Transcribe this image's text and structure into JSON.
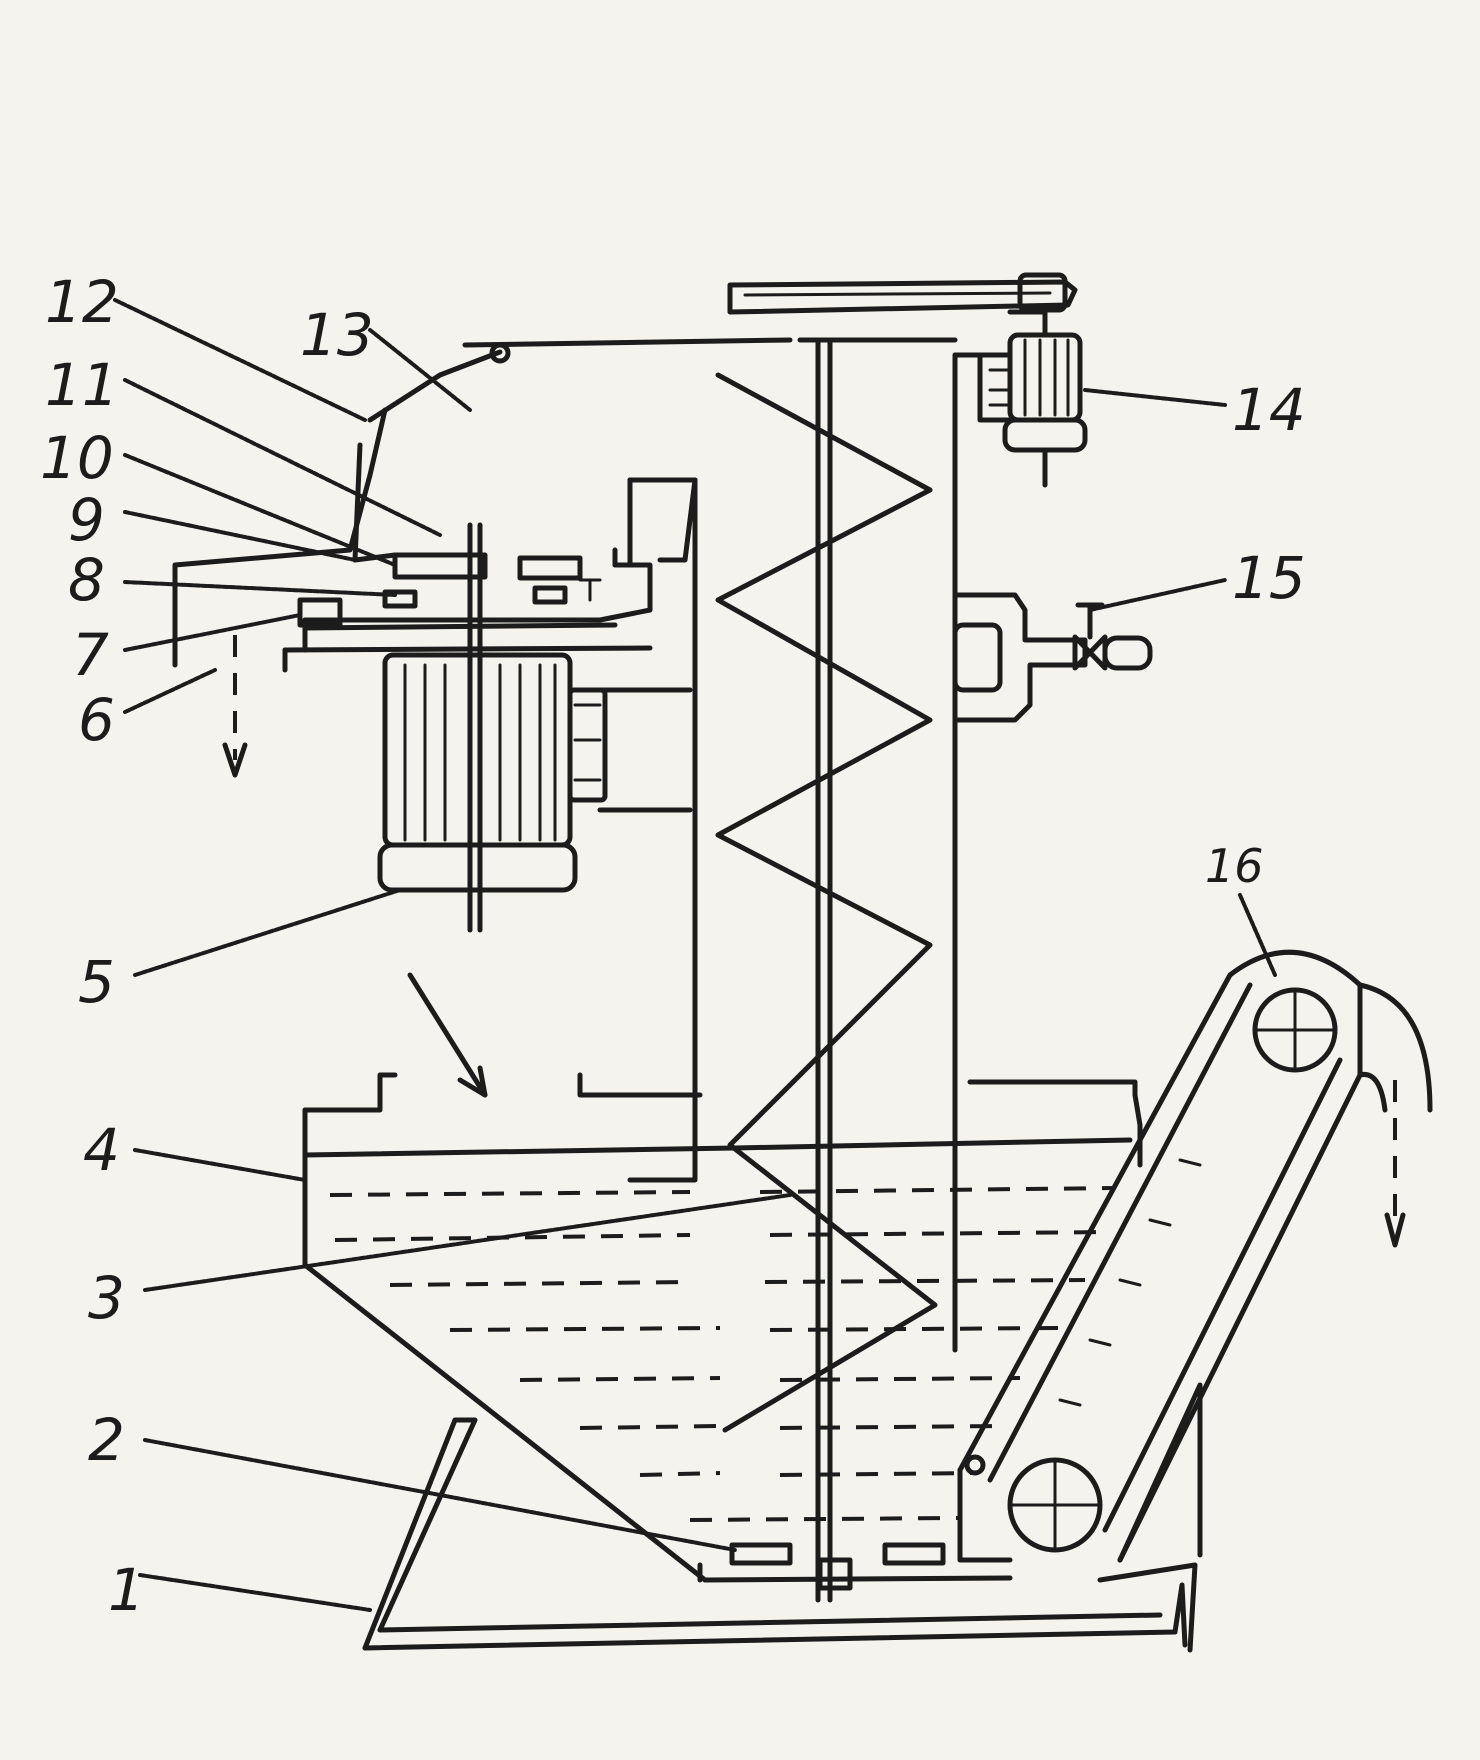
{
  "diagram": {
    "labels": {
      "l1": "1",
      "l2": "2",
      "l3": "3",
      "l4": "4",
      "l5": "5",
      "l6": "6",
      "l7": "7",
      "l8": "8",
      "l9": "9",
      "l10": "10",
      "l11": "11",
      "l12": "12",
      "l13": "13",
      "l14": "14",
      "l15": "15",
      "l16": "16"
    },
    "ink_color": "#1c1c1c",
    "paper_color": "#f4f3ee"
  }
}
